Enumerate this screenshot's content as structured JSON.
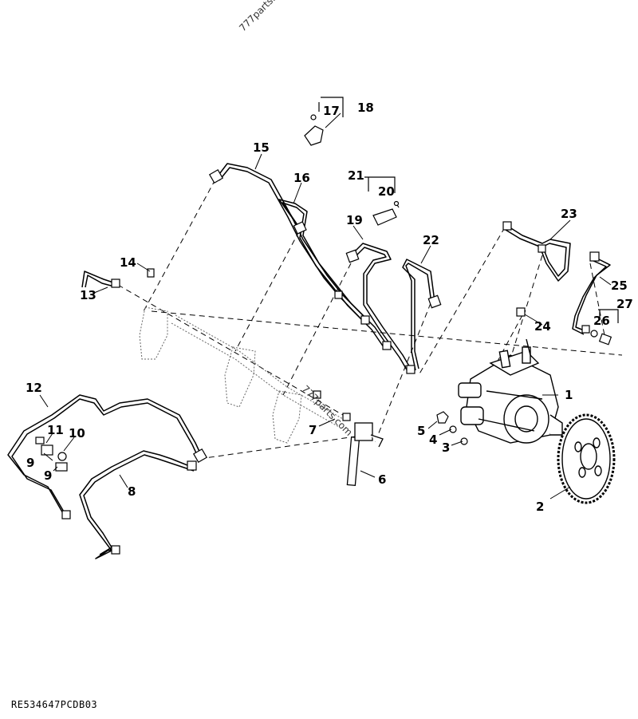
{
  "watermark": "777parts.",
  "watermark_inline": "777parts.com",
  "figure_code": "RE534647PCDB03",
  "callouts": {
    "c1": "1",
    "c2": "2",
    "c3": "3",
    "c4": "4",
    "c5": "5",
    "c6": "6",
    "c7": "7",
    "c8": "8",
    "c9a": "9",
    "c9b": "9",
    "c10": "10",
    "c11": "11",
    "c12": "12",
    "c13": "13",
    "c14": "14",
    "c15": "15",
    "c16": "16",
    "c17": "17",
    "c18": "18",
    "c19": "19",
    "c20": "20",
    "c21": "21",
    "c22": "22",
    "c23": "23",
    "c24": "24",
    "c25": "25",
    "c26": "26",
    "c27": "27"
  }
}
